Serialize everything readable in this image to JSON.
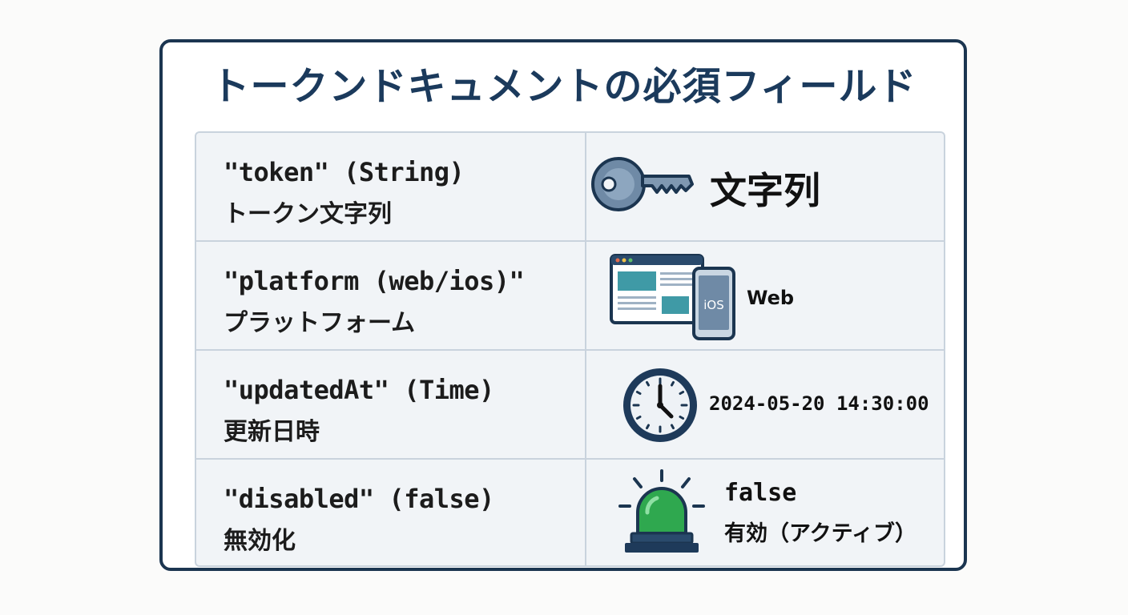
{
  "title": "トークンドキュメントの必須フィールド",
  "rows": [
    {
      "key": "\"token\" (String)",
      "desc": "トークン文字列",
      "icon": "key-icon",
      "value": "文字列"
    },
    {
      "key": "\"platform (web/ios)\"",
      "desc": "プラットフォーム",
      "icon": "web-and-mobile-icon",
      "icon_label": "iOS",
      "value": "Web"
    },
    {
      "key": "\"updatedAt\" (Time)",
      "desc": "更新日時",
      "icon": "clock-icon",
      "value": "2024-05-20 14:30:00"
    },
    {
      "key": "\"disabled\" (false)",
      "desc": "無効化",
      "icon": "green-siren-icon",
      "value": "false",
      "value_sub": "有効（アクティブ）"
    }
  ],
  "colors": {
    "frame": "#1b3550",
    "title": "#1b3a5c",
    "grid_line": "#c9d3dd",
    "cell_bg": "#f1f4f7",
    "siren_green": "#2fa84f"
  }
}
